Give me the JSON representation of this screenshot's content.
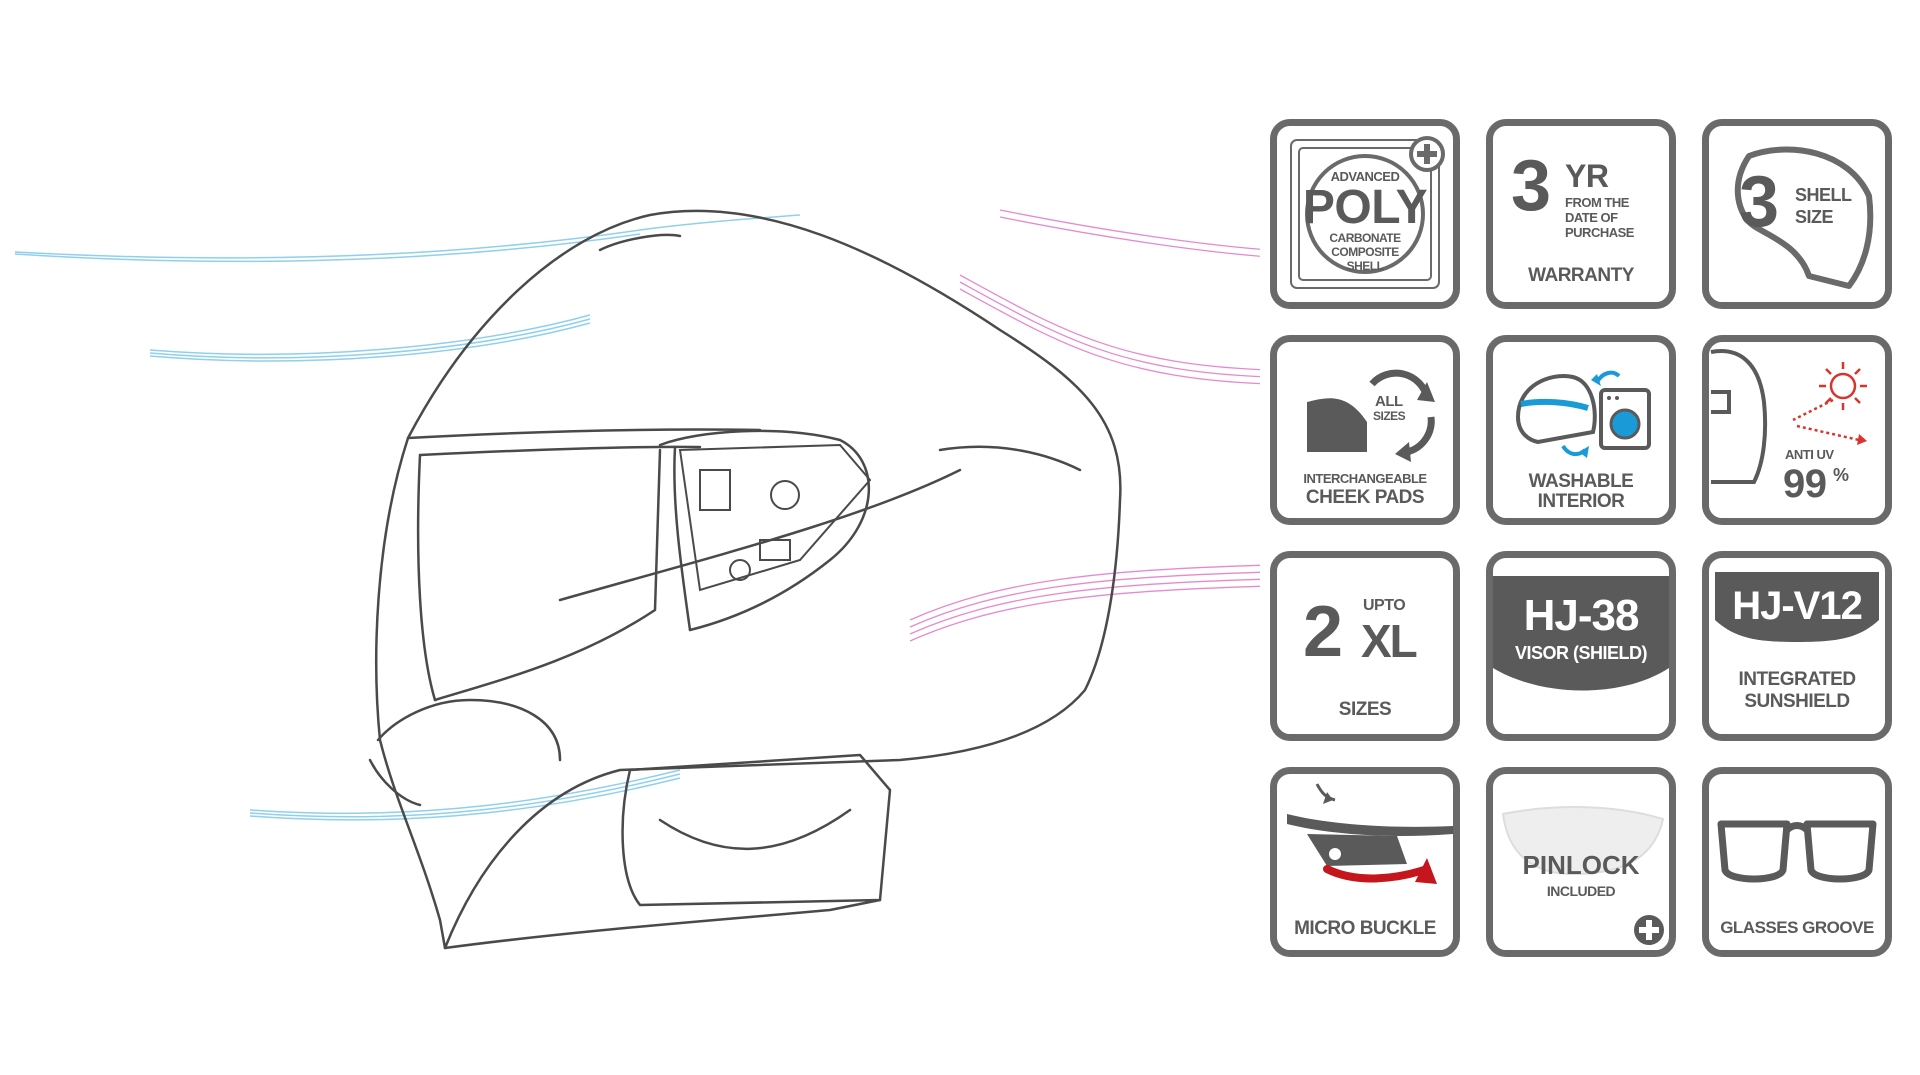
{
  "colors": {
    "tile_border": "#6a6a6a",
    "icon_grey": "#5a5a5a",
    "accent_blue": "#1a9ad6",
    "accent_red": "#c4161c",
    "swoosh_blue": "#8fd0ec",
    "swoosh_pink": "#e58ad0"
  },
  "features": [
    {
      "id": "poly",
      "icon": "poly-plus-badge-icon",
      "line1": "ADVANCED",
      "line2": "POLY",
      "line3": "CARBONATE",
      "line4": "COMPOSITE",
      "line5": "SHELL"
    },
    {
      "id": "warranty",
      "icon": "warranty-icon",
      "number": "3",
      "unit": "YR",
      "line1": "FROM THE",
      "line2": "DATE OF",
      "line3": "PURCHASE",
      "caption": "WARRANTY"
    },
    {
      "id": "shell",
      "icon": "shell-outline-icon",
      "number": "3",
      "line1": "SHELL",
      "line2": "SIZE"
    },
    {
      "id": "cheek",
      "icon": "cheek-pad-icon",
      "badge1": "ALL",
      "badge2": "SIZES",
      "line1": "INTERCHANGEABLE",
      "line2": "CHEEK PADS"
    },
    {
      "id": "washable",
      "icon": "washing-machine-icon",
      "line1": "WASHABLE",
      "line2": "INTERIOR"
    },
    {
      "id": "uv",
      "icon": "sun-uv-icon",
      "line1": "ANTI UV",
      "value": "99",
      "unit": "%"
    },
    {
      "id": "sizes",
      "icon": "size-icon",
      "number": "2",
      "upto": "UPTO",
      "size": "XL",
      "caption": "SIZES"
    },
    {
      "id": "visor",
      "icon": "visor-shield-icon",
      "line1": "HJ-38",
      "line2": "VISOR (SHIELD)"
    },
    {
      "id": "sunshield",
      "icon": "sunshield-icon",
      "line1": "HJ-V12",
      "line2": "INTEGRATED",
      "line3": "SUNSHIELD"
    },
    {
      "id": "buckle",
      "icon": "micro-buckle-icon",
      "caption": "MICRO BUCKLE"
    },
    {
      "id": "pinlock",
      "icon": "pinlock-icon",
      "line1": "PINLOCK",
      "line2": "INCLUDED"
    },
    {
      "id": "glasses",
      "icon": "glasses-icon",
      "caption": "GLASSES GROOVE"
    }
  ]
}
